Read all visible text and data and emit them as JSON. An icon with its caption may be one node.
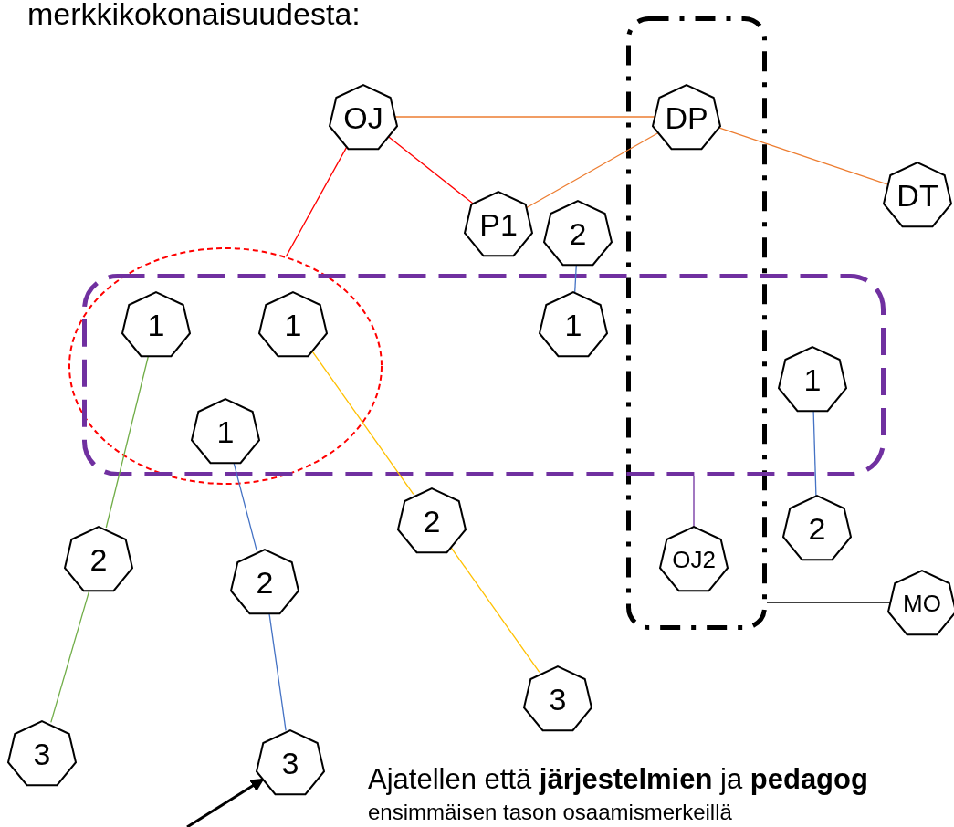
{
  "diagram": {
    "nodes": [
      {
        "text": [],
        "shape": "box"
      },
      {
        "text": [
          "OJ"
        ]
      },
      {
        "text": [
          "DP"
        ],
        "in": 0
      },
      {
        "text": [
          "DT"
        ]
      },
      {
        "text": [
          "P1"
        ]
      },
      {
        "text": [
          "2"
        ]
      },
      {
        "text": [],
        "shape": "circle"
      },
      {
        "text": [],
        "shape": "box"
      },
      {
        "text": [
          "1"
        ],
        "in": 6
      },
      {
        "text": [
          "1"
        ],
        "in": 6
      },
      {
        "text": [
          "1"
        ],
        "in": 7
      },
      {
        "text": [
          "1"
        ],
        "in": 7
      },
      {
        "text": [
          "1"
        ],
        "in": 6
      },
      {
        "text": [
          "2"
        ]
      },
      {
        "text": [
          "2"
        ]
      },
      {
        "text": [
          "2"
        ]
      },
      {
        "text": [
          "OJ2"
        ],
        "in": 0
      },
      {
        "text": [
          "2"
        ]
      },
      {
        "text": [
          "MO"
        ]
      },
      {
        "text": [
          "3"
        ]
      },
      {
        "text": [
          "3"
        ]
      },
      {
        "text": [
          "3"
        ]
      }
    ],
    "edges": [
      {
        "from": 1,
        "to": 2,
        "arrow": "none",
        "color": "#ed7d31"
      },
      {
        "from": 1,
        "to": 4,
        "arrow": "none",
        "color": "#ff0000"
      },
      {
        "from": 4,
        "to": 2,
        "arrow": "none",
        "color": "#ed7d31"
      },
      {
        "from": 2,
        "to": 3,
        "arrow": "none",
        "color": "#ed7d31"
      },
      {
        "from": 1,
        "to": 6,
        "arrow": "none",
        "color": "#ff0000"
      },
      {
        "from": 5,
        "to": 10,
        "arrow": "none",
        "color": "#4472c4"
      },
      {
        "from": 8,
        "to": 14,
        "arrow": "none",
        "color": "#70ad47"
      },
      {
        "from": 14,
        "to": 20,
        "arrow": "none",
        "color": "#70ad47"
      },
      {
        "from": 9,
        "to": 13,
        "arrow": "none",
        "color": "#ffc000"
      },
      {
        "from": 13,
        "to": 19,
        "arrow": "none",
        "color": "#ffc000"
      },
      {
        "from": 12,
        "to": 15,
        "arrow": "none",
        "color": "#4472c4"
      },
      {
        "from": 15,
        "to": 21,
        "arrow": "none",
        "color": "#4472c4"
      },
      {
        "from": 7,
        "to": 16,
        "arrow": "none",
        "color": "#7030a0"
      },
      {
        "from": 11,
        "to": 17,
        "arrow": "none",
        "color": "#4472c4"
      },
      {
        "from": 0,
        "to": 18,
        "arrow": "none",
        "color": "#000000"
      },
      {
        "from": null,
        "to": 21,
        "arrow": "to",
        "style": "thick",
        "color": "#000000"
      }
    ],
    "labels": [
      "merkkikokonaisuudesta:",
      "Ajatellen että **järjestelmien** ja **pedagog**",
      "ensimmäisen tason osaamismerkeillä"
    ]
  }
}
